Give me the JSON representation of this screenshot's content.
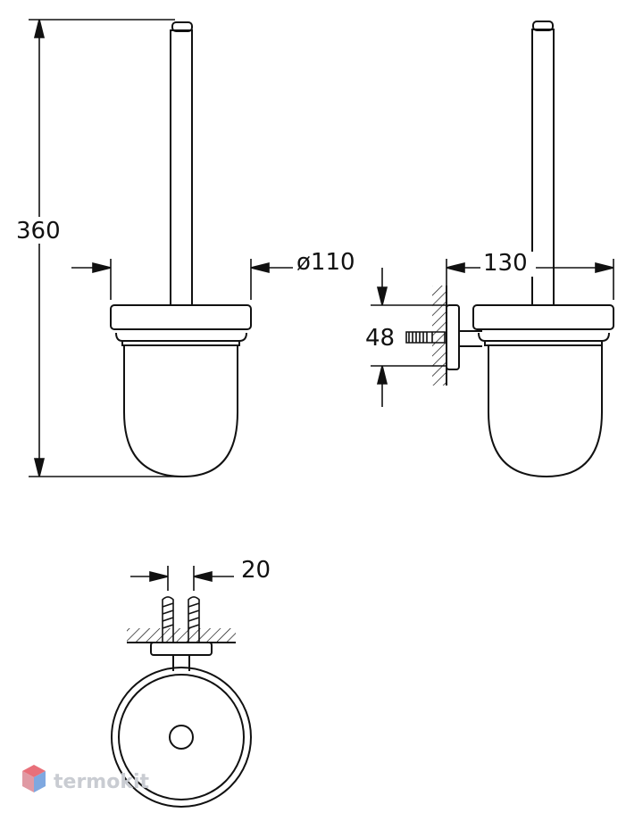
{
  "dimensions": {
    "height": "360",
    "cup_diameter": "ø110",
    "depth": "130",
    "bracket_height": "48",
    "screw_spacing": "20"
  },
  "watermark": {
    "text": "termokit"
  },
  "colors": {
    "line": "#111111",
    "watermark": "#c9ccd2",
    "watermark_logo_top": "#e8707a",
    "watermark_logo_side": "#7fa8e0"
  }
}
